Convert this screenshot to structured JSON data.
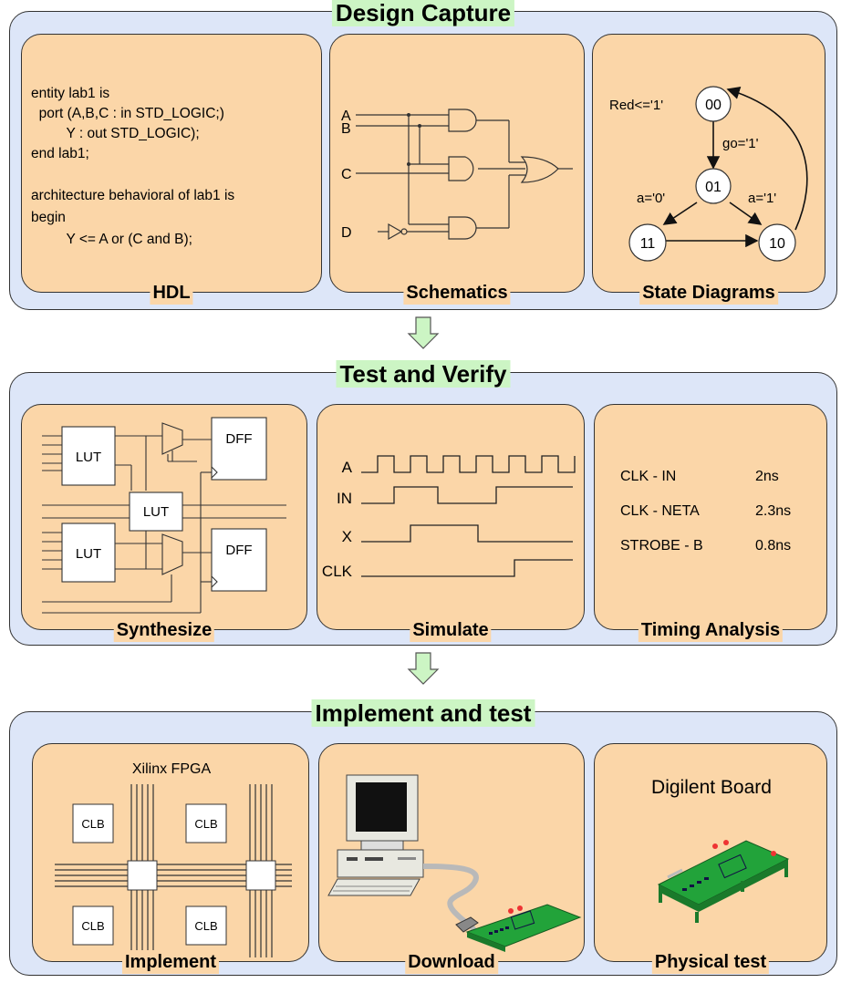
{
  "sections": {
    "design_capture": {
      "title": "Design Capture",
      "cards": {
        "hdl": {
          "label": "HDL",
          "code": [
            "entity lab1 is",
            "  port (A,B,C : in STD_LOGIC;)",
            "         Y : out STD_LOGIC);",
            "end lab1;",
            "",
            "architecture behavioral of lab1 is",
            "begin",
            "         Y <= A or (C and B);"
          ]
        },
        "schematics": {
          "label": "Schematics",
          "inputs": [
            "A",
            "B",
            "C",
            "D"
          ]
        },
        "state_diagrams": {
          "label": "State Diagrams",
          "states": [
            "00",
            "01",
            "11",
            "10"
          ],
          "annotations": {
            "output": "Red<='1'",
            "go": "go='1'",
            "a0": "a='0'",
            "a1": "a='1'"
          }
        }
      }
    },
    "test_verify": {
      "title": "Test and Verify",
      "cards": {
        "synthesize": {
          "label": "Synthesize",
          "blocks": {
            "lut": "LUT",
            "dff": "DFF"
          }
        },
        "simulate": {
          "label": "Simulate",
          "signals": [
            "A",
            "IN",
            "X",
            "CLK"
          ]
        },
        "timing": {
          "label": "Timing Analysis",
          "rows": [
            {
              "path": "CLK - IN",
              "delay": "2ns"
            },
            {
              "path": "CLK - NETA",
              "delay": "2.3ns"
            },
            {
              "path": "STROBE - B",
              "delay": "0.8ns"
            }
          ]
        }
      }
    },
    "implement_test": {
      "title": "Implement and test",
      "cards": {
        "implement": {
          "label": "Implement",
          "title": "Xilinx FPGA",
          "block": "CLB"
        },
        "download": {
          "label": "Download"
        },
        "physical": {
          "label": "Physical test",
          "title": "Digilent Board"
        }
      }
    }
  },
  "colors": {
    "section_bg": "#dde6f8",
    "card_bg": "#fbd6a8",
    "title_bg": "#ccf5c4",
    "arrow": "#ccf5c4",
    "pcb": "#22a33a"
  }
}
